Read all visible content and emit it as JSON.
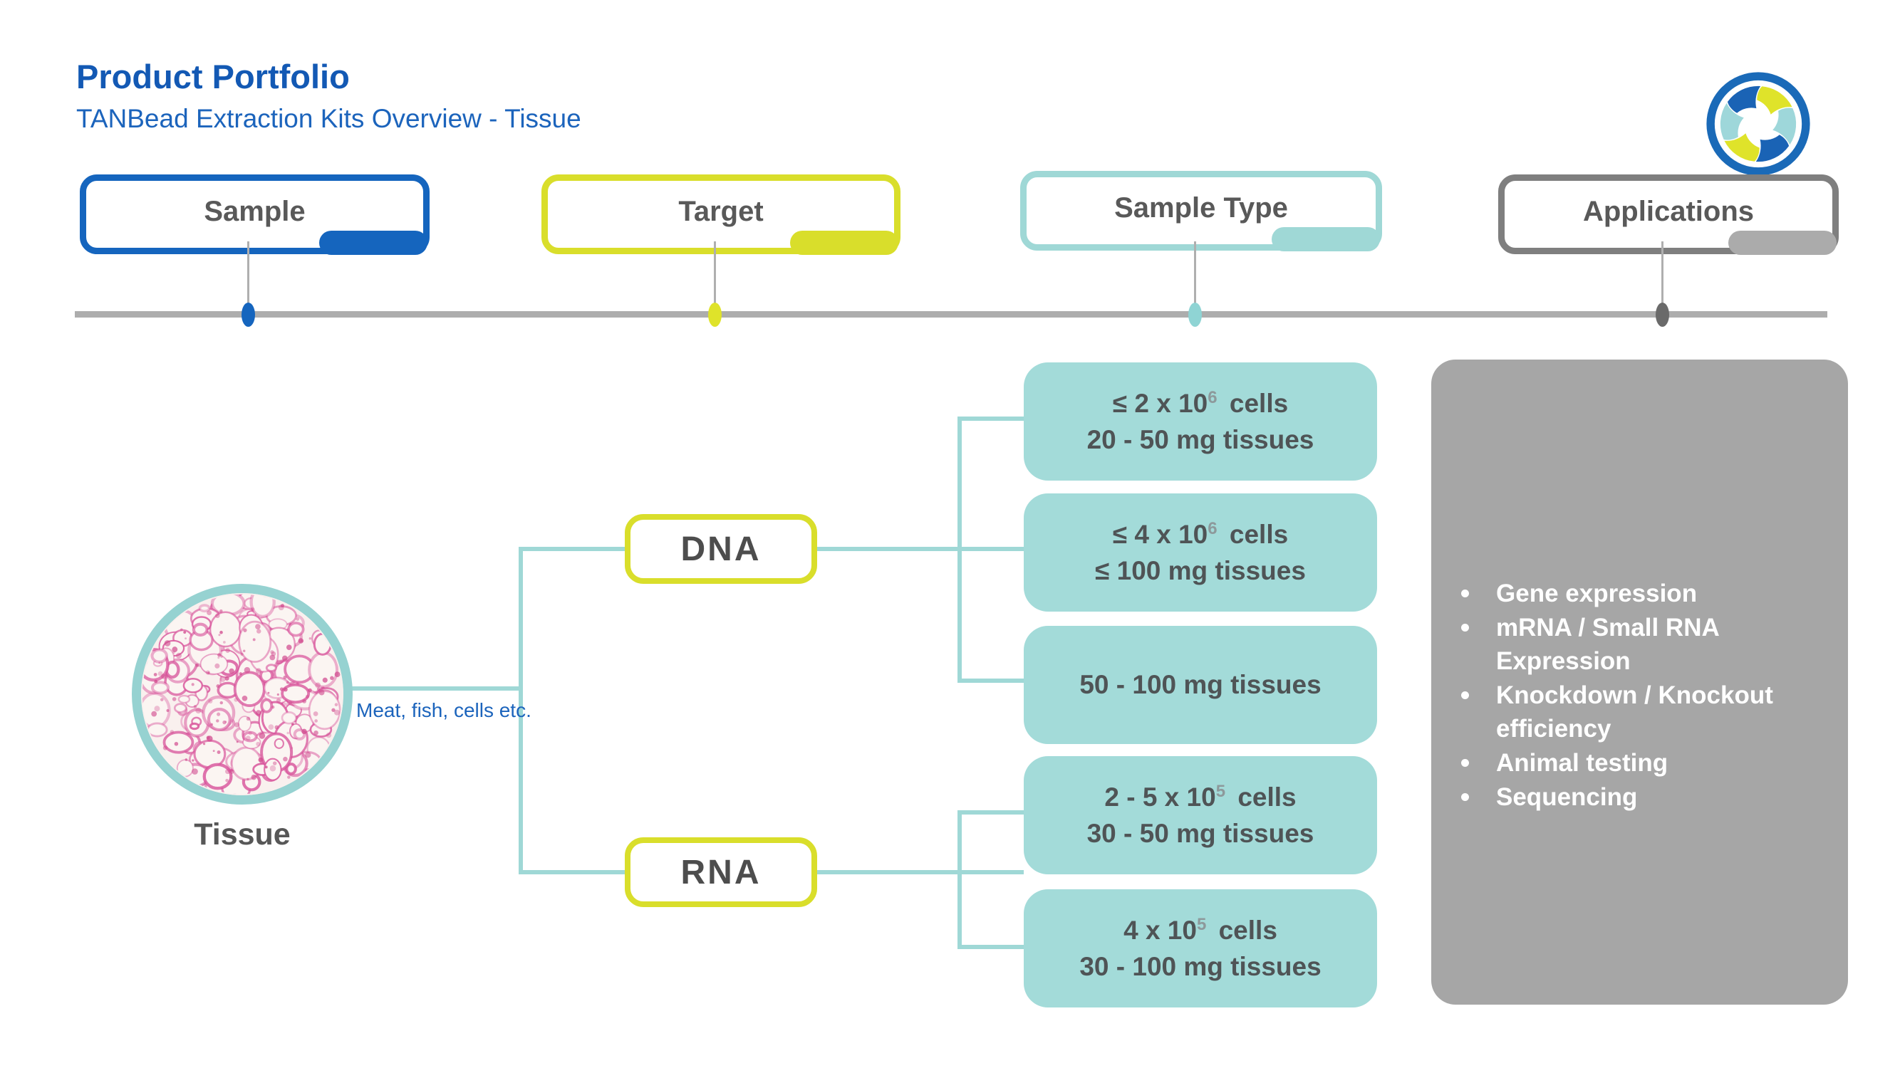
{
  "slide": {
    "title": "Product Portfolio",
    "subtitle": "TANBead Extraction Kits Overview - Tissue"
  },
  "legend": {
    "sample": {
      "label": "Sample",
      "color": "#1565BE",
      "dot": "#1565BE"
    },
    "target": {
      "label": "Target",
      "color": "#D9DE2B",
      "dot": "#DFE32A"
    },
    "sample_type": {
      "label": "Sample Type",
      "color": "#9FD8D6",
      "dot": "#8FD4D4"
    },
    "applications": {
      "label": "Applications",
      "color": "#7F7F7F",
      "accent": "#ABABAB",
      "dot": "#6A6A6A"
    }
  },
  "sample": {
    "label": "Tissue",
    "note": "Meat, fish, cells etc."
  },
  "targets": {
    "dna": "DNA",
    "rna": "RNA"
  },
  "sample_types": {
    "dna": [
      {
        "cells_prefix": "≤ 2 x 10",
        "cells_exp": "6",
        "cells_suffix": " cells",
        "tissues": "20 - 50 mg tissues"
      },
      {
        "cells_prefix": "≤ 4 x 10",
        "cells_exp": "6",
        "cells_suffix": " cells",
        "tissues": "≤ 100 mg tissues"
      },
      {
        "tissues": "50 - 100 mg tissues"
      }
    ],
    "rna": [
      {
        "cells_prefix": "2 - 5 x 10",
        "cells_exp": "5",
        "cells_suffix": " cells",
        "tissues": "30 - 50 mg tissues"
      },
      {
        "cells_prefix": "4 x 10",
        "cells_exp": "5",
        "cells_suffix": " cells",
        "tissues": "30 - 100 mg tissues"
      }
    ]
  },
  "applications": {
    "items": [
      "Gene expression",
      "mRNA / Small RNA Expression",
      "Knockdown / Knockout efficiency",
      "Animal testing",
      "Sequencing"
    ]
  },
  "colors": {
    "title_blue": "#1359B4",
    "subtitle_blue": "#1C64BC",
    "box_fill_teal": "#A3DBD9",
    "panel_gray": "#A6A6A6",
    "connector_teal": "#9FD8D6",
    "timeline_gray": "#ADADAD"
  }
}
